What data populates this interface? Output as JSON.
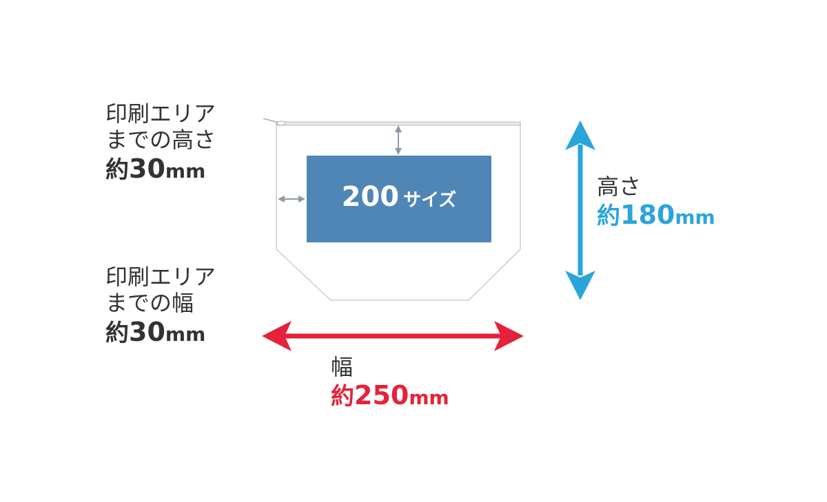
{
  "colors": {
    "print_area": "#4f86b5",
    "height_arrow": "#2aa5dc",
    "width_arrow": "#e5223a",
    "guide_arrow": "#8c99a3",
    "outline": "#cccccc"
  },
  "print_area": {
    "size_number": "200",
    "size_suffix": "サイズ"
  },
  "top_margin_label": {
    "line1": "印刷エリア",
    "line2": "までの高さ",
    "prefix": "約",
    "value": "30",
    "unit": "mm"
  },
  "side_margin_label": {
    "line1": "印刷エリア",
    "line2": "までの幅",
    "prefix": "約",
    "value": "30",
    "unit": "mm"
  },
  "height_label": {
    "title": "高さ",
    "prefix": "約",
    "value": "180",
    "unit": "mm"
  },
  "width_label": {
    "title": "幅",
    "prefix": "約",
    "value": "250",
    "unit": "mm"
  }
}
